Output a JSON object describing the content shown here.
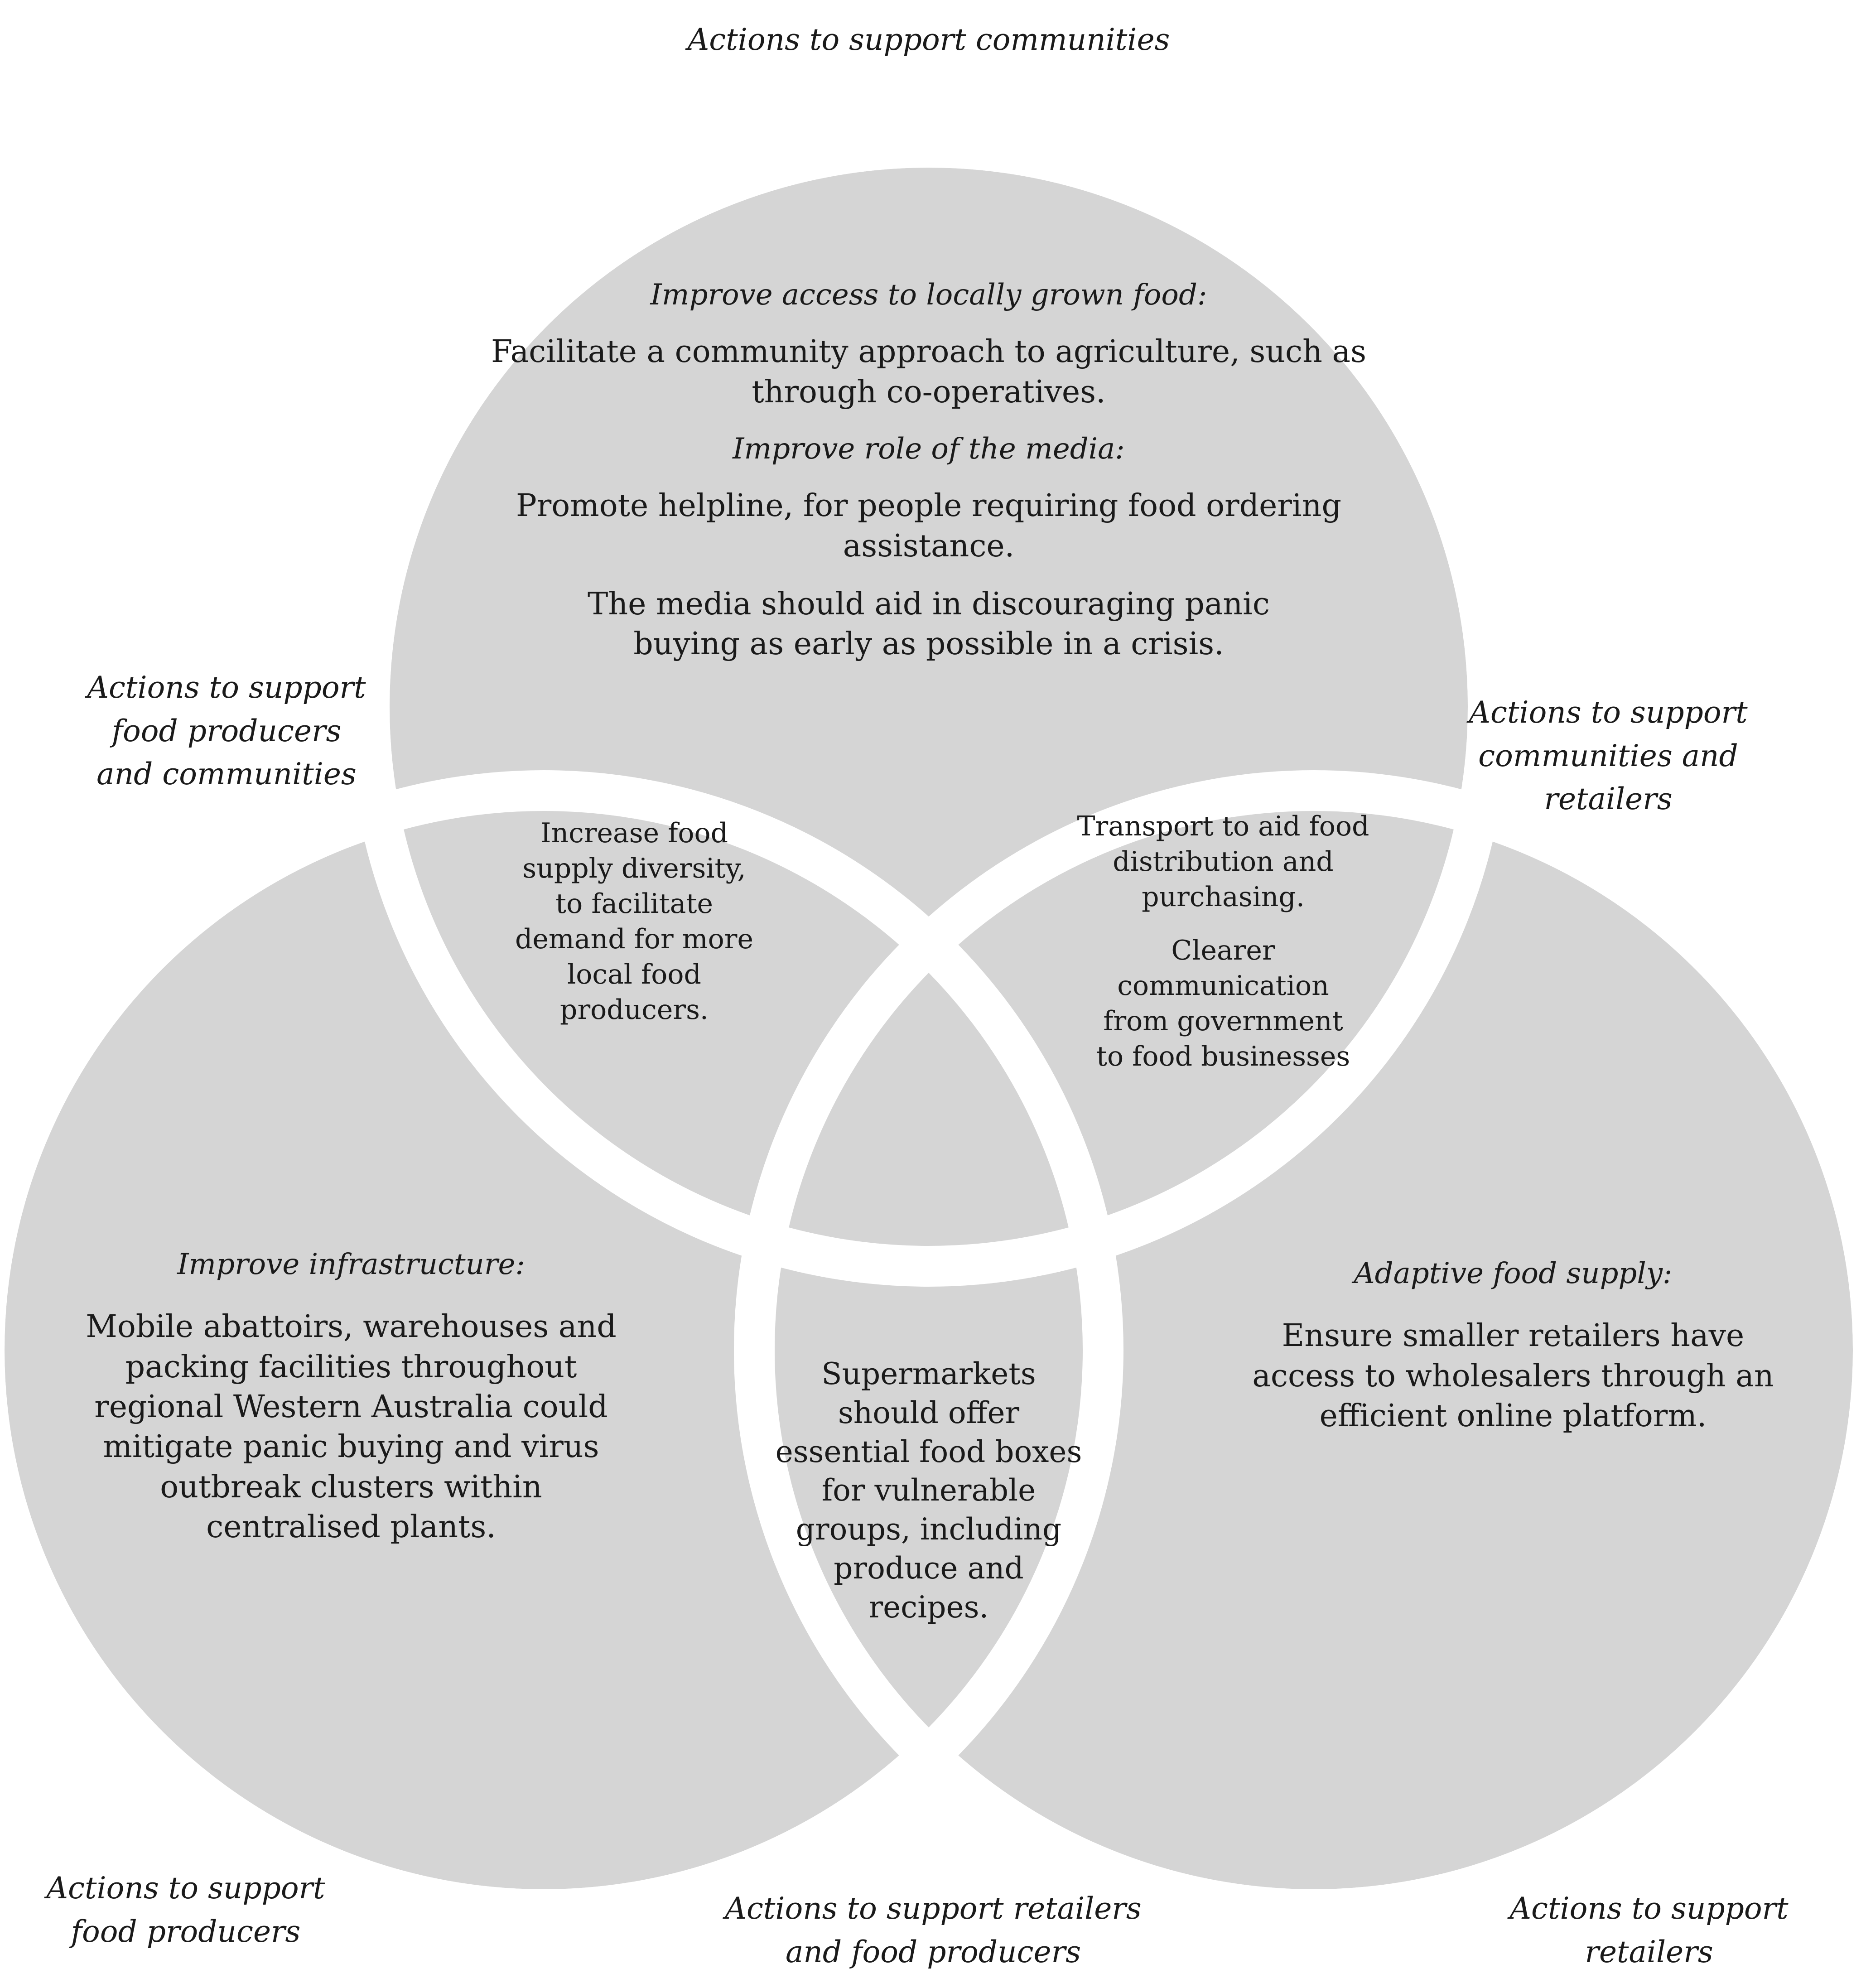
{
  "colors": {
    "region_fill": "#d5d5d5",
    "gap": "#ffffff",
    "text": "#1a1a1a"
  },
  "labels": {
    "top": "Actions to support communities",
    "upper_left": "Actions to support food producers and communities",
    "upper_right": "Actions to support communities and retailers",
    "bottom_left": "Actions to support food producers",
    "bottom_center": "Actions to support retailers and food producers",
    "bottom_right": "Actions to support retailers"
  },
  "top_circle": {
    "heading1": "Improve access to locally grown food:",
    "text1": "Facilitate a community approach to agriculture, such as through co-operatives.",
    "heading2": "Improve role of the media:",
    "text2": "Promote helpline, for people requiring food ordering assistance.",
    "text3": "The media should aid in discouraging panic buying as early as possible in a crisis."
  },
  "overlap_left": {
    "text": "Increase food supply diversity, to facilitate demand for more local food producers."
  },
  "overlap_right": {
    "text1": "Transport to aid food distribution and purchasing.",
    "text2": "Clearer communication from government to food businesses"
  },
  "left_circle": {
    "heading": "Improve infrastructure:",
    "text": "Mobile abattoirs, warehouses and packing facilities throughout regional Western Australia could mitigate panic buying and virus outbreak clusters within centralised plants."
  },
  "overlap_bottom": {
    "text": "Supermarkets should offer essential food boxes for vulnerable groups, including produce and recipes."
  },
  "right_circle": {
    "heading": "Adaptive food supply:",
    "text": "Ensure smaller retailers have access to wholesalers through an efficient online platform."
  }
}
